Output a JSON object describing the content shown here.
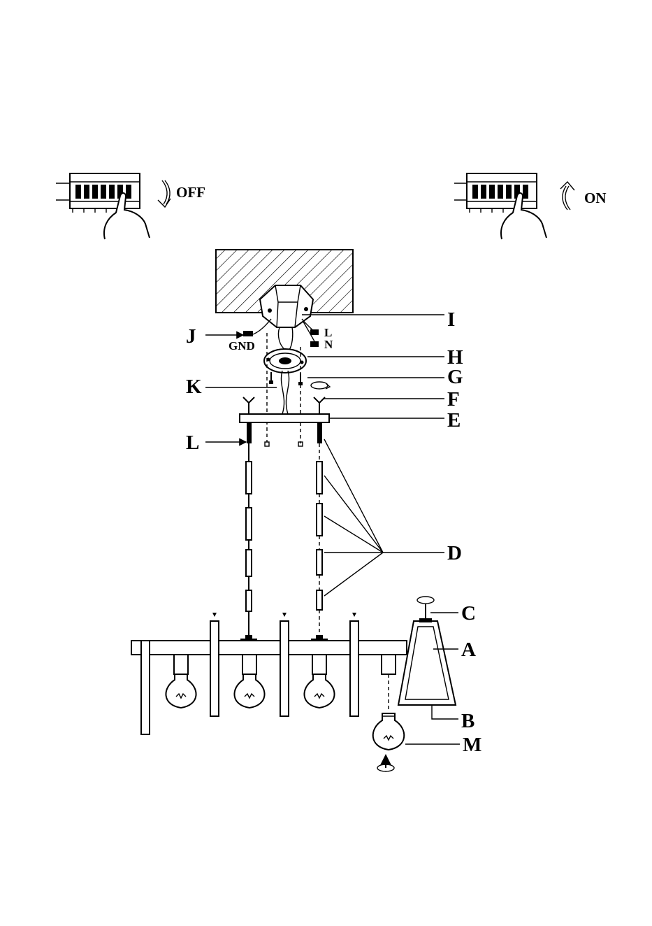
{
  "switches": {
    "off_label": "OFF",
    "on_label": "ON"
  },
  "wires": {
    "ground": "GND",
    "live": "L",
    "neutral": "N"
  },
  "parts": {
    "A": "A",
    "B": "B",
    "C": "C",
    "D": "D",
    "E": "E",
    "F": "F",
    "G": "G",
    "H": "H",
    "I": "I",
    "J": "J",
    "K": "K",
    "L": "L",
    "M": "M"
  }
}
